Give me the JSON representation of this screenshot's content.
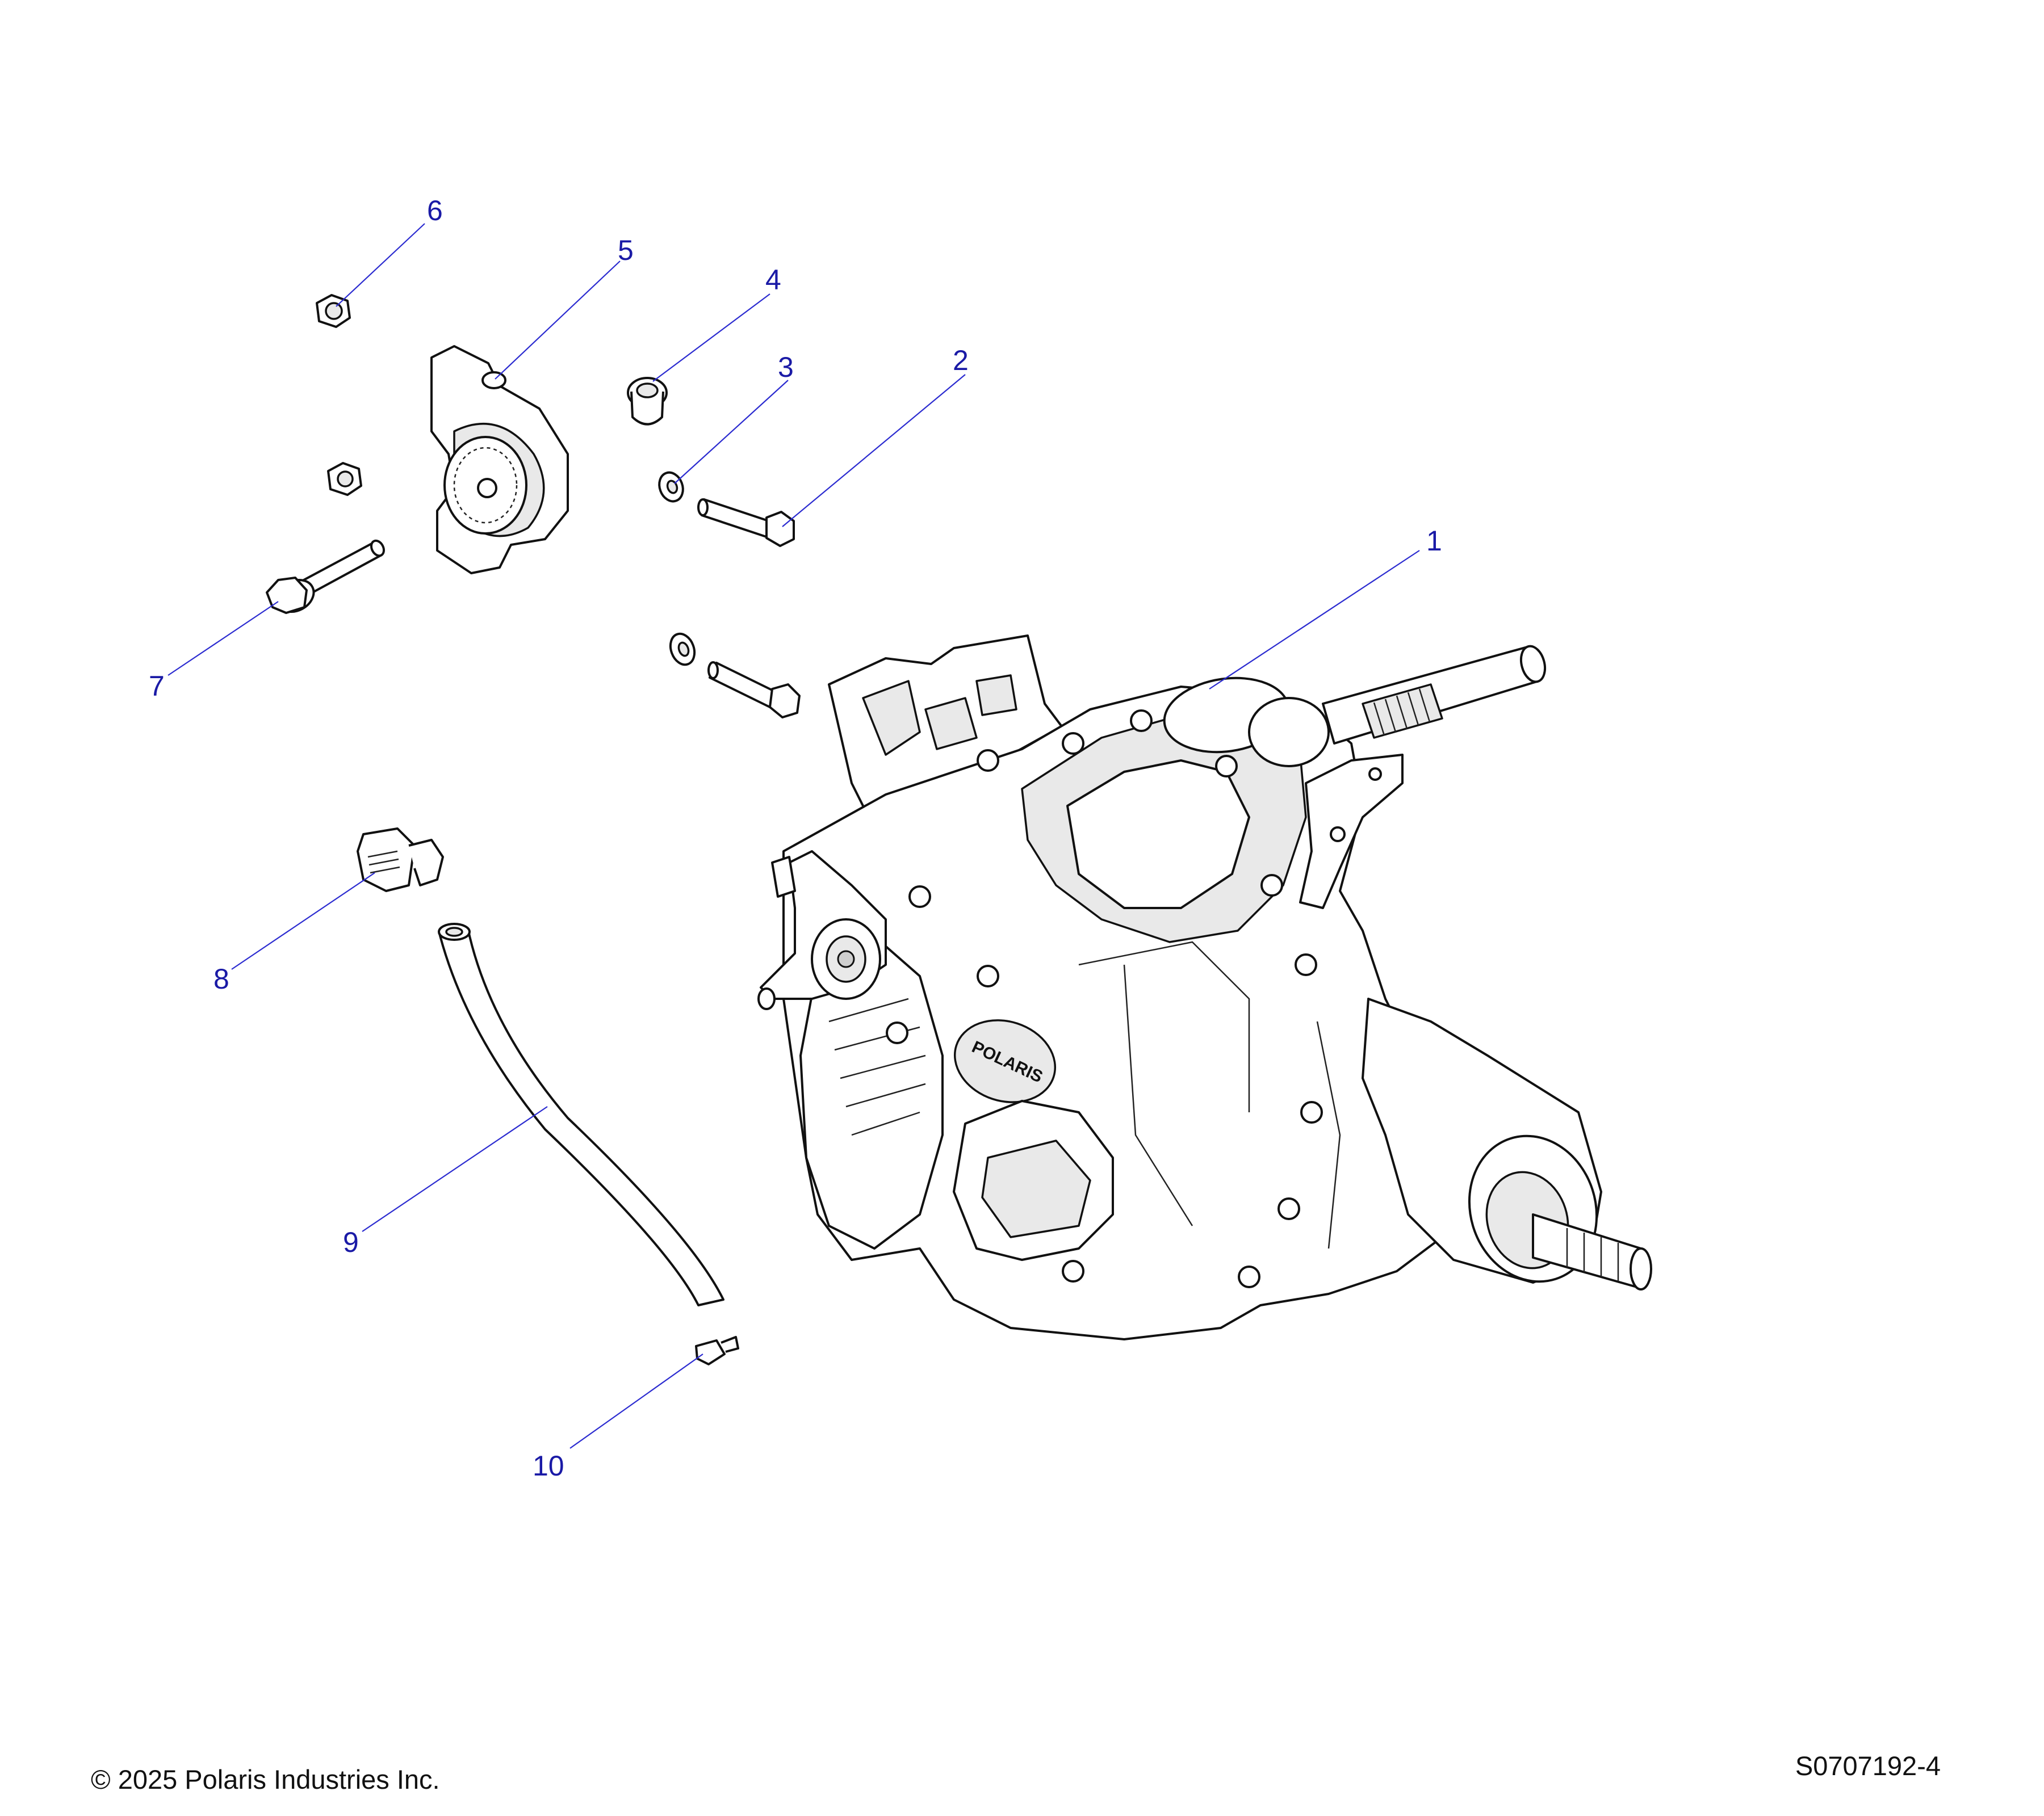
{
  "callouts": [
    {
      "number": "1",
      "part": "transmission"
    },
    {
      "number": "2",
      "part": "bolt"
    },
    {
      "number": "3",
      "part": "washer"
    },
    {
      "number": "4",
      "part": "bushing"
    },
    {
      "number": "5",
      "part": "mount-bracket"
    },
    {
      "number": "6",
      "part": "nut"
    },
    {
      "number": "7",
      "part": "bolt"
    },
    {
      "number": "8",
      "part": "vent-fitting"
    },
    {
      "number": "9",
      "part": "vent-hose"
    },
    {
      "number": "10",
      "part": "hose-clip"
    }
  ],
  "footer": {
    "copyright": "© 2025 Polaris Industries Inc.",
    "figure_id": "S0707192-4"
  },
  "labels": {
    "brand_mark": "POLARIS"
  },
  "colors": {
    "callout": "#1a1aa6",
    "leader": "#2b2bd0",
    "line_art": "#111111",
    "shade": "#e9e9e9"
  }
}
